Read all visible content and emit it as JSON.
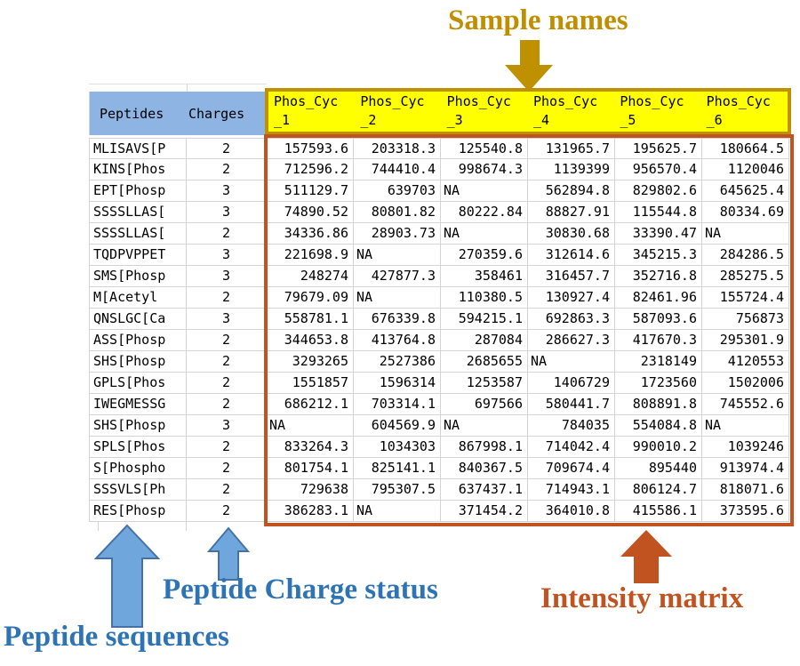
{
  "annotations": {
    "sample_names": "Sample names",
    "peptide_sequences": "Peptide sequences",
    "peptide_charge_status": "Peptide Charge status",
    "intensity_matrix": "Intensity matrix"
  },
  "colors": {
    "sample_names_gold": "#BF8F00",
    "yellow_header_fill": "#FFFF00",
    "yellow_header_border": "#BF9000",
    "table_header_blue": "#8DB4E2",
    "annotation_blue": "#2E74B5",
    "arrow_blue_fill": "#6FA6DC",
    "arrow_blue_stroke": "#4472A8",
    "intensity_orange": "#C05320",
    "gridline_gray": "#D4D4D4"
  },
  "table": {
    "peptide_header": "Peptides",
    "charge_header": "Charges",
    "sample_columns": [
      "Phos_Cyc_1",
      "Phos_Cyc_2",
      "Phos_Cyc_3",
      "Phos_Cyc_4",
      "Phos_Cyc_5",
      "Phos_Cyc_6"
    ],
    "missing_value_text": "NA",
    "rows": [
      {
        "peptide": "MLISAVS[P",
        "charge": "2",
        "values": [
          "157593.6",
          "203318.3",
          "125540.8",
          "131965.7",
          "195625.7",
          "180664.5"
        ]
      },
      {
        "peptide": "KINS[Phos",
        "charge": "2",
        "values": [
          "712596.2",
          "744410.4",
          "998674.3",
          "1139399",
          "956570.4",
          "1120046"
        ]
      },
      {
        "peptide": "EPT[Phosp",
        "charge": "3",
        "values": [
          "511129.7",
          "639703",
          "NA",
          "562894.8",
          "829802.6",
          "645625.4"
        ]
      },
      {
        "peptide": "SSSSLLAS[",
        "charge": "3",
        "values": [
          "74890.52",
          "80801.82",
          "80222.84",
          "88827.91",
          "115544.8",
          "80334.69"
        ]
      },
      {
        "peptide": "SSSSLLAS[",
        "charge": "2",
        "values": [
          "34336.86",
          "28903.73",
          "NA",
          "30830.68",
          "33390.47",
          "NA"
        ]
      },
      {
        "peptide": "TQDPVPPET",
        "charge": "3",
        "values": [
          "221698.9",
          "NA",
          "270359.6",
          "312614.6",
          "345215.3",
          "284286.5"
        ]
      },
      {
        "peptide": "SMS[Phosp",
        "charge": "3",
        "values": [
          "248274",
          "427877.3",
          "358461",
          "316457.7",
          "352716.8",
          "285275.5"
        ]
      },
      {
        "peptide": "M[Acetyl",
        "charge": "2",
        "values": [
          "79679.09",
          "NA",
          "110380.5",
          "130927.4",
          "82461.96",
          "155724.4"
        ]
      },
      {
        "peptide": "QNSLGC[Ca",
        "charge": "3",
        "values": [
          "558781.1",
          "676339.8",
          "594215.1",
          "692863.3",
          "587093.6",
          "756873"
        ]
      },
      {
        "peptide": "ASS[Phosp",
        "charge": "2",
        "values": [
          "344653.8",
          "413764.8",
          "287084",
          "286627.3",
          "417670.3",
          "295301.9"
        ]
      },
      {
        "peptide": "SHS[Phosp",
        "charge": "2",
        "values": [
          "3293265",
          "2527386",
          "2685655",
          "NA",
          "2318149",
          "4120553"
        ]
      },
      {
        "peptide": "GPLS[Phos",
        "charge": "2",
        "values": [
          "1551857",
          "1596314",
          "1253587",
          "1406729",
          "1723560",
          "1502006"
        ]
      },
      {
        "peptide": "IWEGMESSG",
        "charge": "2",
        "values": [
          "686212.1",
          "703314.1",
          "697566",
          "580441.7",
          "808891.8",
          "745552.6"
        ]
      },
      {
        "peptide": "SHS[Phosp",
        "charge": "3",
        "values": [
          "NA",
          "604569.9",
          "NA",
          "784035",
          "554084.8",
          "NA"
        ]
      },
      {
        "peptide": "SPLS[Phos",
        "charge": "2",
        "values": [
          "833264.3",
          "1034303",
          "867998.1",
          "714042.4",
          "990010.2",
          "1039246"
        ]
      },
      {
        "peptide": "S[Phospho",
        "charge": "2",
        "values": [
          "801754.1",
          "825141.1",
          "840367.5",
          "709674.4",
          "895440",
          "913974.4"
        ]
      },
      {
        "peptide": "SSSVLS[Ph",
        "charge": "2",
        "values": [
          "729638",
          "795307.5",
          "637437.1",
          "714943.1",
          "806124.7",
          "818071.6"
        ]
      },
      {
        "peptide": "RES[Phosp",
        "charge": "2",
        "values": [
          "386283.1",
          "NA",
          "371454.2",
          "364010.8",
          "415586.1",
          "373595.6"
        ]
      }
    ]
  }
}
